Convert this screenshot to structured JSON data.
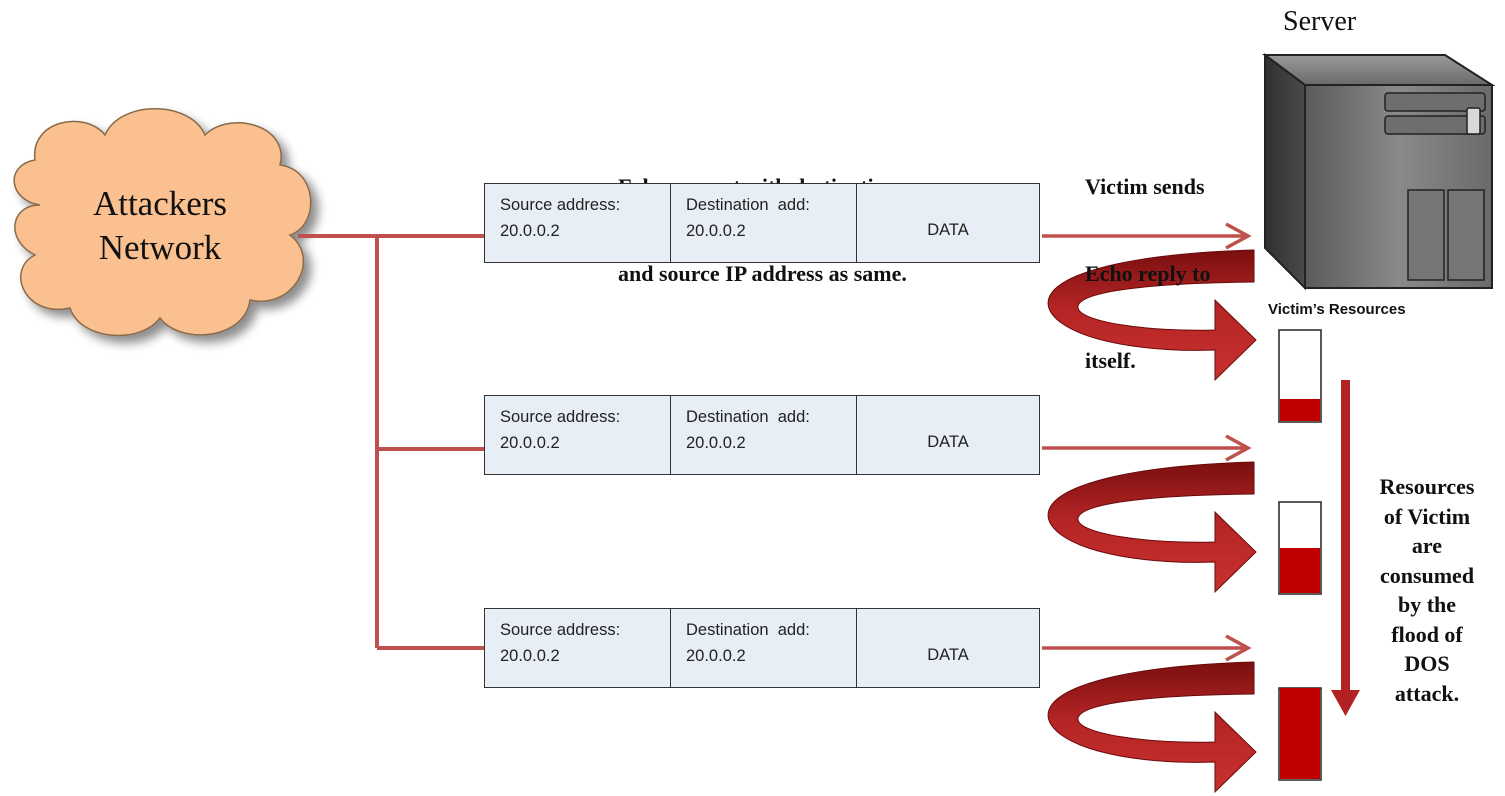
{
  "network": {
    "line1": "Attackers",
    "line2": "Network"
  },
  "server": {
    "label": "Server"
  },
  "caption": {
    "line1": "Echo request with destination",
    "line2": "and source IP address as same."
  },
  "reply_caption": {
    "line1": "Victim sends",
    "line2": "Echo reply to",
    "line3": "itself."
  },
  "packets": [
    {
      "source_label": "Source address:",
      "source_value": "20.0.0.2",
      "dest_label": "Destination  add:",
      "dest_value": "20.0.0.2",
      "data_label": "DATA"
    },
    {
      "source_label": "Source address:",
      "source_value": "20.0.0.2",
      "dest_label": "Destination  add:",
      "dest_value": "20.0.0.2",
      "data_label": "DATA"
    },
    {
      "source_label": "Source address:",
      "source_value": "20.0.0.2",
      "dest_label": "Destination  add:",
      "dest_value": "20.0.0.2",
      "data_label": "DATA"
    }
  ],
  "resources": {
    "title": "Victim’s Resources",
    "levels": [
      0.25,
      0.5,
      1.0
    ]
  },
  "consumed_text": {
    "lines": [
      "Resources",
      "of Victim",
      "are",
      "consumed",
      "by the",
      "flood of",
      "DOS",
      "attack."
    ]
  },
  "colors": {
    "cloud_fill": "#fac08f",
    "line_color": "#c0504d",
    "arrow_color": "#b22222",
    "packet_fill": "#e8eef5",
    "meter_fill": "#c00000"
  }
}
